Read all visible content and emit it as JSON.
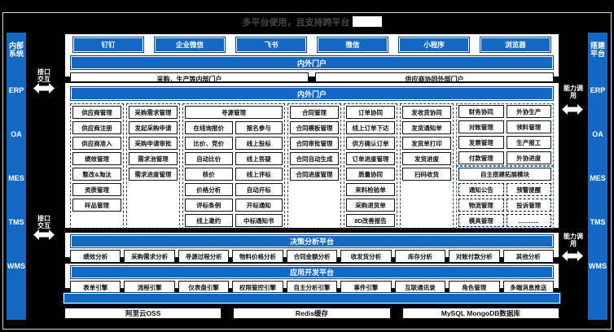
{
  "colors": {
    "accent": "#1368c4"
  },
  "title": {
    "text": "多平台使用，且支持跨平台"
  },
  "links": {
    "left": "接口交互",
    "right": "能力调用"
  },
  "left_sidebar": {
    "header": "内部系统",
    "items": [
      "ERP",
      "OA",
      "MES",
      "TMS",
      "WMS"
    ]
  },
  "right_sidebar": {
    "header": "搭建平台",
    "items": [
      "ERP",
      "OA",
      "MES",
      "TMS",
      "WMS"
    ]
  },
  "access": {
    "apps": [
      "钉钉",
      "企业微信",
      "飞书",
      "微信",
      "小程序",
      "浏览器"
    ],
    "bar": "内外门户",
    "portals": [
      "采购，生产等内部门户",
      "供应商协同外部门户"
    ]
  },
  "modules": {
    "bar": "内外门户",
    "groups": [
      {
        "cells": [
          "供应商管理",
          "供应商注册",
          "供应商准入",
          "绩效管理",
          "整改&淘汰",
          "资质管理",
          "样品管理",
          ""
        ]
      },
      {
        "cells": [
          "采购需求管理",
          "发起采购申请",
          "采购申请审批",
          "需求池管理",
          "需求进度管理",
          "",
          "",
          ""
        ]
      },
      {
        "header": "寻源管理",
        "cells": [
          "在线询报价",
          "报名参与",
          "比价、竞价",
          "线上投标",
          "自动比价",
          "线上答疑",
          "核价",
          "线上评标",
          "价格分析",
          "自动开标",
          "评标条例",
          "开标通知",
          "线上邀约",
          "中标通知书"
        ]
      },
      {
        "cells": [
          "合同管理",
          "合同模板管理",
          "合同审批管理",
          "合同自动生成",
          "合同进度管理",
          "",
          "",
          ""
        ]
      },
      {
        "cells": [
          "订单协同",
          "线上订单下达",
          "供方确认订单",
          "订单进度管理",
          "质量协同",
          "来料检验单",
          "采购退货单",
          "8D改善报告"
        ]
      },
      {
        "cells": [
          "发收货协同",
          "发货通知单",
          "发货单打印",
          "发货进度",
          "扫码收货",
          "",
          "",
          ""
        ]
      },
      {
        "cells": [
          "财务协同",
          "外协生产",
          "对账管理",
          "领料管理",
          "发票管理",
          "生产报工",
          "付款管理",
          "外协进度"
        ]
      },
      {
        "header": "自主搭建拓展模块",
        "cells": [
          "通知公告",
          "预警提醒",
          "物流管理",
          "投诉管理",
          "模具管理",
          "............"
        ]
      }
    ]
  },
  "decision": {
    "bar": "决策分析平台",
    "items": [
      "绩效分析",
      "采购需求分析",
      "寻源过程分析",
      "物料价格分析",
      "合同金额分析",
      "收发货分析",
      "库存分析",
      "对账付款分析",
      "其他分析"
    ]
  },
  "devplat": {
    "bar": "应用开发平台",
    "items": [
      "表单引擎",
      "流程引擎",
      "仪表盘引擎",
      "权限管控引擎",
      "自主分析引擎",
      "事件引擎",
      "互联通讯录",
      "角色管理",
      "多端消息推送"
    ]
  },
  "infra": {
    "stores": [
      "阿里云OSS",
      "Redis缓存",
      "MySQL MongoDB数据库"
    ]
  }
}
